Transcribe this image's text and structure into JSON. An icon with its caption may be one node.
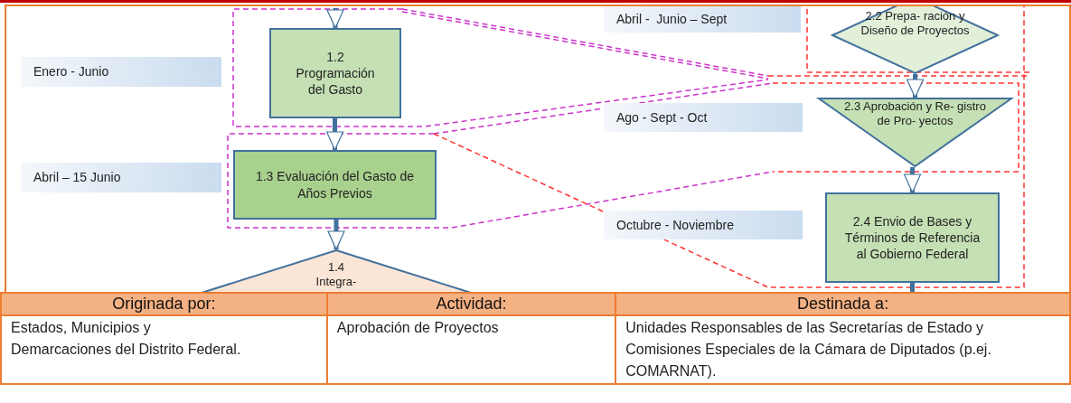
{
  "diagram": {
    "nodes": [
      {
        "text": [
          "1.2 Programación del Gasto"
        ]
      },
      {
        "text": [
          "1.3 Evaluación del Gasto de Años Previos"
        ]
      },
      {
        "text": [
          "1.4 Integra-"
        ]
      },
      {
        "text": [
          "2.2 Prepa- ración y Diseño de Proyectos"
        ]
      },
      {
        "text": [
          "2.3 Aprobación y Re- gistro de Pro- yectos"
        ]
      },
      {
        "text": [
          "2.4 Envio de Bases y Términos de Referencia al Gobierno Federal"
        ]
      },
      {
        "text": [
          "Enero - Junio"
        ]
      },
      {
        "text": [
          "Abril – 15 Junio"
        ]
      },
      {
        "text": [
          "Abril -  Junio – Sept"
        ]
      },
      {
        "text": [
          "Ago - Sept - Oct"
        ]
      },
      {
        "text": [
          "Octubre - Noviembre"
        ]
      }
    ],
    "edges": [
      {
        "from": null,
        "to": 0,
        "arrow": "to"
      },
      {
        "from": 0,
        "to": 1,
        "arrow": "to"
      },
      {
        "from": 1,
        "to": 2,
        "arrow": "to"
      },
      {
        "from": 3,
        "to": 4,
        "arrow": "to"
      },
      {
        "from": 4,
        "to": 5,
        "arrow": "to"
      },
      {
        "from": 5,
        "to": null,
        "arrow": "none"
      }
    ],
    "labels": [
      "Originada por:",
      "Actividad:",
      "Destinada a:",
      "Estados, Municipios y Demarcaciones del Distrito Federal.",
      "Aprobación de Proyectos",
      "Unidades Responsables de las Secretarías de Estado y Comisiones Especiales de la Cámara de Diputados (p.ej. COMARNAT)."
    ]
  }
}
